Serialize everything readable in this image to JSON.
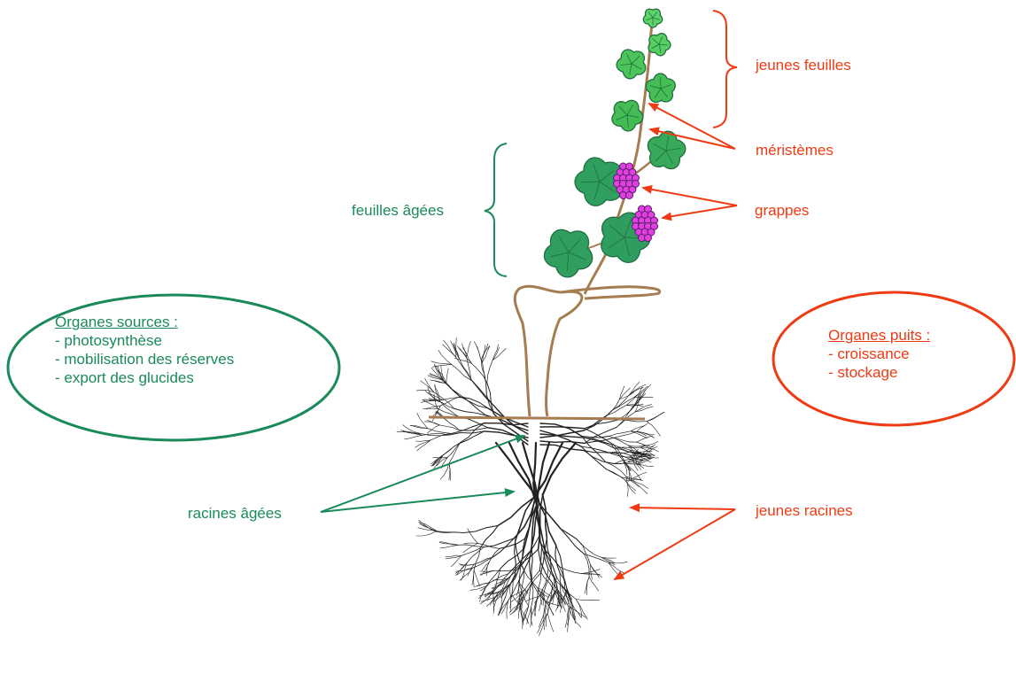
{
  "labels": {
    "young_leaves": "jeunes feuilles",
    "meristems": "méristèmes",
    "old_leaves": "feuilles âgées",
    "clusters": "grappes",
    "old_roots": "racines âgées",
    "young_roots": "jeunes racines"
  },
  "source_box": {
    "title": "Organes sources :",
    "items": [
      "- photosynthèse",
      "- mobilisation des réserves",
      "- export des glucides"
    ]
  },
  "sink_box": {
    "title": "Organes puits :",
    "items": [
      "- croissance",
      "- stockage"
    ]
  },
  "colors": {
    "source_green": "#1a8a5a",
    "sink_red": "#ee3b14",
    "trunk_brown": "#a67c52",
    "leaf_green": "#3cb371",
    "leaf_outline": "#1f6f3f",
    "grape_magenta": "#e040e0",
    "root_black": "#222222"
  }
}
